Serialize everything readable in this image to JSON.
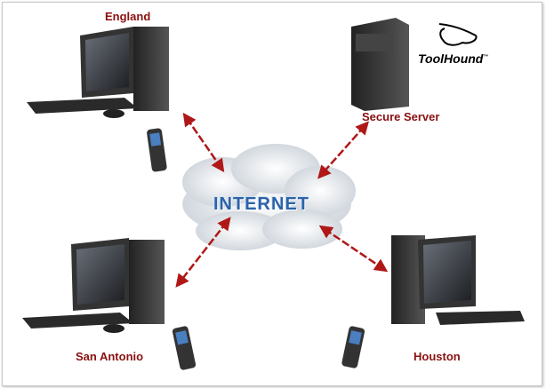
{
  "nodes": {
    "england": "England",
    "secure_server": "Secure Server",
    "san_antonio": "San Antonio",
    "houston": "Houston"
  },
  "cloud_label": "INTERNET",
  "logo": {
    "text": "ToolHound",
    "tm": "™"
  },
  "colors": {
    "label": "#8b1010",
    "cloud_text": "#2d63a8",
    "arrow": "#b01818"
  }
}
